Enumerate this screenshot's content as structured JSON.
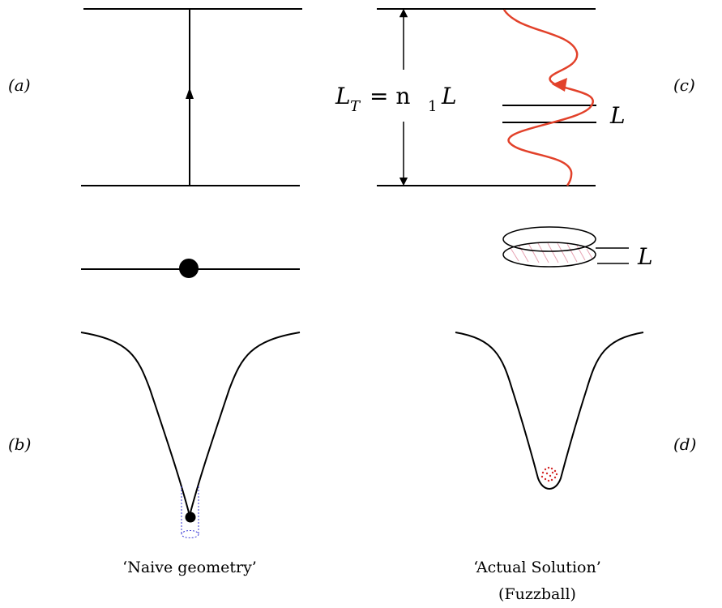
{
  "panel_labels": {
    "a": "(a)",
    "b": "(b)",
    "c": "(c)",
    "d": "(d)"
  },
  "formulas": {
    "lt_main": "L",
    "lt_sub": "T",
    "lt_eq": "= n",
    "lt_n_sub": "1",
    "lt_tail": "L",
    "length_upper": "L",
    "length_lower": "L"
  },
  "captions": {
    "left": "‘Naive geometry’",
    "right": "‘Actual Solution’",
    "right_sub": "(Fuzzball)"
  },
  "colors": {
    "ink": "#000000",
    "string": "#e2412a",
    "hatch": "#e7a3b3",
    "dots_blue": "#3a3ad6",
    "dots_red": "#d42a2a"
  }
}
